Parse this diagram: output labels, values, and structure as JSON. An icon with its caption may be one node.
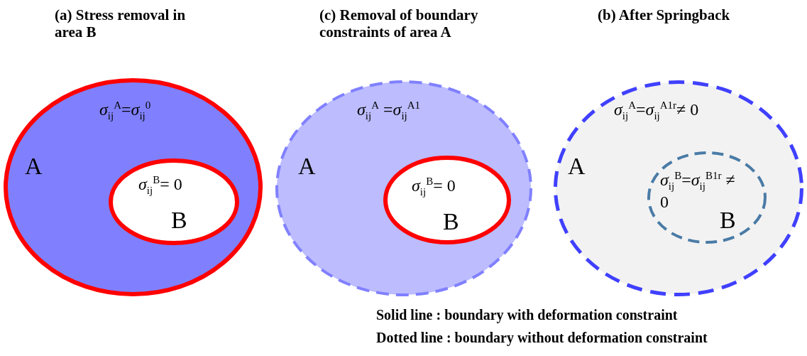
{
  "diagram": {
    "nodes": [
      {
        "text": [
          "(a) Stress removal in area B",
          "*σ*$_{ij}$$^{A}$=*σ*$_{ij}$$^{0}$",
          "A"
        ]
      },
      {
        "text": [
          "*σ*$_{ij}$$^{B}$= 0",
          "B"
        ],
        "in": 0
      },
      {
        "text": [
          "(c) Removal of boundary constraints of area A",
          "*σ*$_{ij}$$^{A}$ =*σ*$_{ij}$$^{A1}$",
          "A"
        ]
      },
      {
        "text": [
          "*σ*$_{ij}$$^{B}$= 0",
          "B"
        ],
        "in": 2
      },
      {
        "text": [
          "(b) After Springback",
          "*σ*$_{ij}$$^{A}$=*σ*$_{ij}$$^{A1r}$≠ 0",
          "A"
        ]
      },
      {
        "text": [
          "*σ*$_{ij}$$^{B}$=*σ*$_{ij}$$^{B1r}$ ≠ 0",
          "B"
        ],
        "in": 4
      }
    ],
    "labels": [
      "Solid line : boundary with deformation constraint",
      "Dotted line : boundary without deformation constraint"
    ]
  }
}
